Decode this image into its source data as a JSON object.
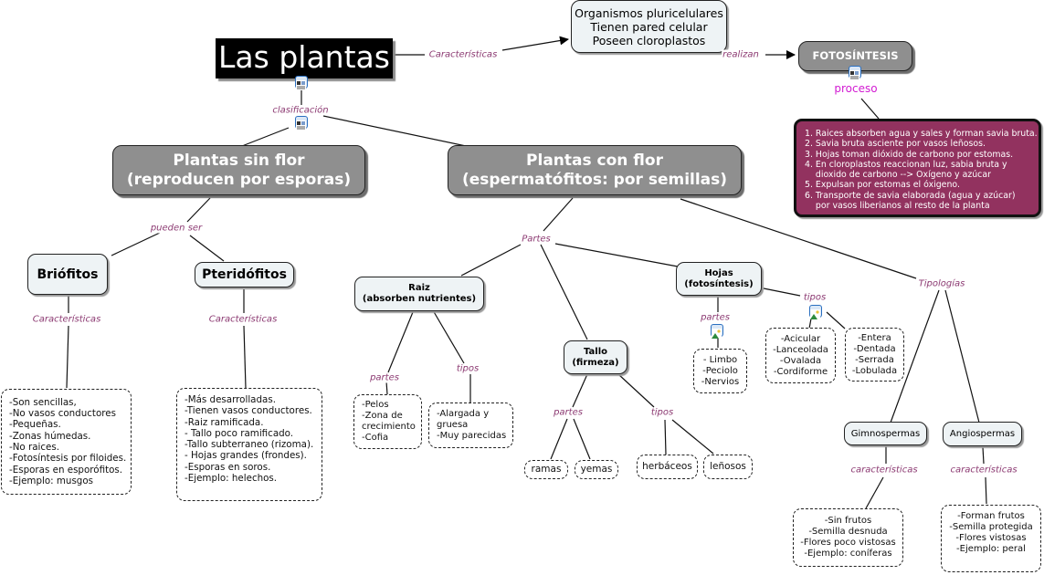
{
  "title": "Las plantas",
  "characteristics_box": {
    "lines": "Organismos pluricelulares\nTienen pared celular\nPoseen cloroplastos"
  },
  "fotosintesis": {
    "title": "FOTOSÍNTESIS",
    "process_label": "proceso",
    "steps": "1. Raices absorben agua y sales y forman savia bruta.\n2. Savia bruta asciente por vasos leñosos.\n3. Hojas toman dióxido de carbono por estomas.\n4. En cloroplastos reaccionan luz, sabia bruta y\n    dioxido de carbono --> Oxígeno y azúcar\n5. Expulsan por estomas el óxigeno.\n6. Transporte de savia elaborada (agua y azúcar)\n    por vasos liberianos al resto de la planta"
  },
  "links": {
    "caracteristicas": "Características",
    "realizan": "realizan",
    "clasificacion": "clasificación",
    "pueden_ser": "pueden ser",
    "brio_car": "Características",
    "pteri_car": "Características",
    "partes_main": "Partes",
    "tipologias": "Tipologías",
    "raiz_partes": "partes",
    "raiz_tipos": "tipos",
    "tallo_partes": "partes",
    "tallo_tipos": "tipos",
    "hojas_partes": "partes",
    "hojas_tipos": "tipos",
    "gimno_car": "características",
    "angio_car": "características"
  },
  "sin_flor": {
    "line1": "Plantas sin flor",
    "line2": "(reproducen por esporas)"
  },
  "con_flor": {
    "line1": "Plantas con flor",
    "line2": "(espermatófitos: por semillas)"
  },
  "briofitos": {
    "title": "Briófitos",
    "list": "-Son sencillas,\n-No vasos conductores\n-Pequeñas.\n-Zonas húmedas.\n-No raices.\n-Fotosíntesis por filoides.\n-Esporas en esporófitos.\n-Ejemplo: musgos"
  },
  "pteridofitos": {
    "title": "Pteridófitos",
    "list": "-Más desarrolladas.\n-Tienen vasos conductores.\n-Raiz ramificada.\n- Tallo poco ramificado.\n-Tallo subterraneo (rizoma).\n- Hojas grandes (frondes).\n-Esporas en soros.\n-Ejemplo: helechos."
  },
  "raiz": {
    "line1": "Raiz",
    "line2": "(absorben nutrientes)",
    "partes": "-Pelos\n-Zona de\ncrecimiento\n-Cofia",
    "tipos": "-Alargada y\ngruesa\n-Muy parecidas"
  },
  "tallo": {
    "line1": "Tallo",
    "line2": "(firmeza)",
    "partes": [
      "ramas",
      "yemas"
    ],
    "tipos": [
      "herbáceos",
      "leñosos"
    ]
  },
  "hojas": {
    "line1": "Hojas",
    "line2": "(fotosíntesis)",
    "partes": "- Limbo\n-Peciolo\n-Nervios",
    "tipos_a": "-Acicular\n-Lanceolada\n-Ovalada\n-Cordiforme",
    "tipos_b": "-Entera\n-Dentada\n-Serrada\n-Lobulada"
  },
  "gimnospermas": {
    "title": "Gimnospermas",
    "list": "-Sin frutos\n-Semilla desnuda\n-Flores poco vistosas\n-Ejemplo: coníferas"
  },
  "angiospermas": {
    "title": "Angiospermas",
    "list": "-Forman frutos\n-Semilla protegida\n-Flores vistosas\n-Ejemplo: peral"
  },
  "colors": {
    "link_text": "#8c3a72",
    "process_text": "#d21bd2",
    "steps_bg": "#92325f",
    "dark_node": "#8f8f8f",
    "concept_bg": "#eef3f5"
  }
}
